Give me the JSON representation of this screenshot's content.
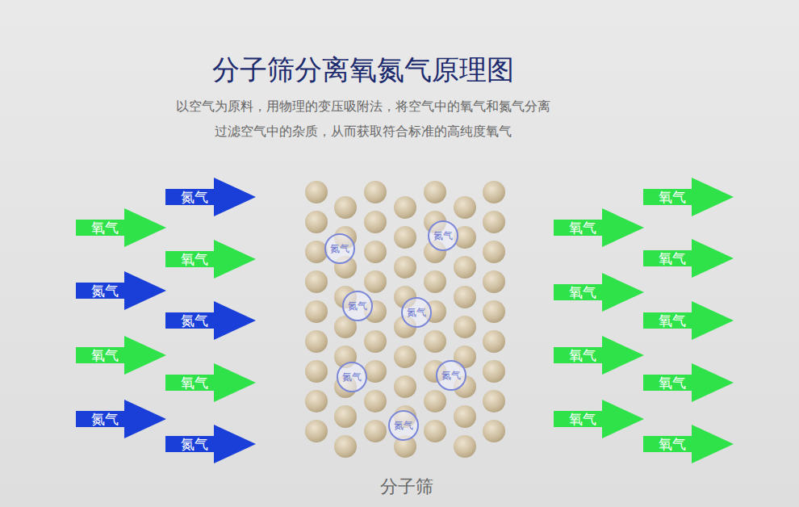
{
  "diagram": {
    "title": "分子筛分离氧氮气原理图",
    "nodes": [
      {
        "text": [
          "氮气"
        ]
      },
      {
        "text": [
          "氧气"
        ]
      },
      {
        "text": [
          "氧气"
        ]
      },
      {
        "text": [
          "氮气"
        ]
      },
      {
        "text": [
          "氮气"
        ]
      },
      {
        "text": [
          "氧气"
        ]
      },
      {
        "text": [
          "氧气"
        ]
      },
      {
        "text": [
          "氮气"
        ]
      },
      {
        "text": [
          "氮气"
        ]
      },
      {
        "text": [
          "分子筛"
        ]
      },
      {
        "text": [
          "氮气"
        ],
        "in": 9
      },
      {
        "text": [
          "氮气"
        ],
        "in": 9
      },
      {
        "text": [
          "氮气"
        ],
        "in": 9
      },
      {
        "text": [
          "氮气"
        ],
        "in": 9
      },
      {
        "text": [
          "氮气"
        ],
        "in": 9
      },
      {
        "text": [
          "氮气"
        ],
        "in": 9
      },
      {
        "text": [
          "氮气"
        ],
        "in": 9
      },
      {
        "text": [
          "氧气"
        ]
      },
      {
        "text": [
          "氧气"
        ]
      },
      {
        "text": [
          "氧气"
        ]
      },
      {
        "text": [
          "氧气"
        ]
      },
      {
        "text": [
          "氧气"
        ]
      },
      {
        "text": [
          "氧气"
        ]
      },
      {
        "text": [
          "氧气"
        ]
      },
      {
        "text": [
          "氧气"
        ]
      },
      {
        "text": [
          "氧气"
        ]
      }
    ],
    "labels": [
      "以空气为原料，用物理的变压吸附法，将空气中的氧气和氮气分离",
      "过滤空气中的杂质，从而获取符合标准的高纯度氧气"
    ]
  }
}
